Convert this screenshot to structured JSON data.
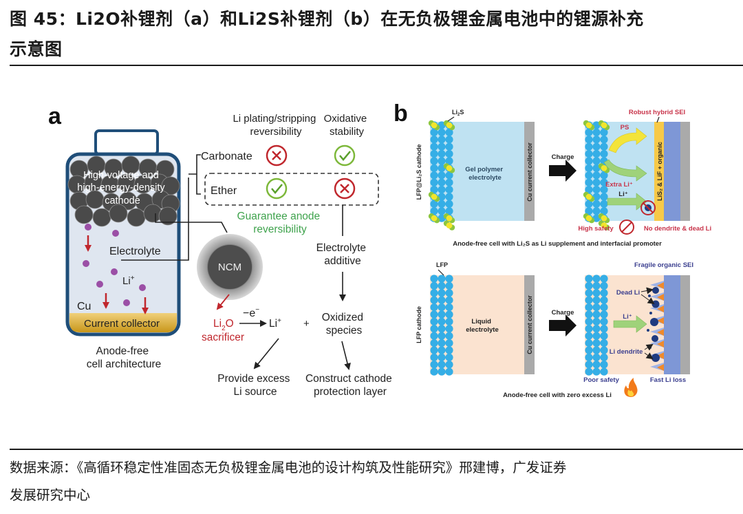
{
  "header": {
    "title_line1": "图 45：Li2O补锂剂（a）和Li2S补锂剂（b）在无负极锂金属电池中的锂源补充",
    "title_line2": "示意图"
  },
  "panel_a": {
    "label": "a",
    "cathode_text": [
      "High-voltage and",
      "high-energy-density",
      "cathode"
    ],
    "electrolyte": "Electrolyte",
    "li_ion": "Li",
    "li_ion_sup": "+",
    "cu": "Cu",
    "current_collector": "Current collector",
    "cell_caption": [
      "Anode-free",
      "cell architecture"
    ],
    "col_header_1": [
      "Li plating/stripping",
      "reversibility"
    ],
    "col_header_2": [
      "Oxidative",
      "stability"
    ],
    "row_carbonate": "Carbonate",
    "row_ether": "Ether",
    "guarantee": [
      "Guarantee anode",
      "reversibility"
    ],
    "ncm": "NCM",
    "electrolyte_additive": [
      "Electrolyte",
      "additive"
    ],
    "minus_e": "−e",
    "minus_e_sup": "−",
    "li2o": "Li",
    "li2o_sub": "2",
    "li2o_tail": "O",
    "sacrificer": "sacrificer",
    "li_plus": "Li",
    "li_plus_sup": "+",
    "plus": "+",
    "oxidized": [
      "Oxidized",
      "species"
    ],
    "provide": [
      "Provide excess",
      "Li source"
    ],
    "construct": [
      "Construct cathode",
      "protection layer"
    ],
    "matrix": {
      "carbonate": {
        "plating": "cross",
        "oxidative": "check"
      },
      "ether": {
        "plating": "check",
        "oxidative": "cross"
      }
    }
  },
  "panel_b": {
    "label": "b",
    "top": {
      "li2s_label": "Li",
      "li2s_sub": "2",
      "li2s_tail": "S",
      "cathode_label": "LFP@Li₂S cathode",
      "electrolyte": [
        "Gel polymer",
        "electrolyte"
      ],
      "collector": "Cu current collector",
      "charge": "Charge",
      "sei": "Robust hybrid SEI",
      "ps": "PS",
      "extra_li": "Extra Li⁺",
      "li": "Li⁺",
      "sei_layer": "LiS₂ & LiF + organic",
      "high_safety": "High safety",
      "no_dendrite": "No dendrite & dead Li",
      "caption": "Anode-free cell with Li₂S as Li supplement and interfacial promoter"
    },
    "bottom": {
      "lfp": "LFP",
      "cathode_label": "LFP cathode",
      "electrolyte": [
        "Liquid",
        "electrolyte"
      ],
      "collector": "Cu current collector",
      "charge": "Charge",
      "sei": "Fragile organic SEI",
      "dead_li": "Dead Li",
      "li": "Li⁺",
      "dendrite": "Li dendrite",
      "poor_safety": "Poor safety",
      "fast_loss": "Fast Li loss",
      "caption": "Anode-free cell with zero excess Li"
    }
  },
  "footer": {
    "source_line1": "数据来源：《高循环稳定性准固态无负极锂金属电池的设计构筑及性能研究》邢建博，广发证券",
    "source_line2": "发展研究中心"
  },
  "colors": {
    "cell_border": "#1f4e79",
    "cell_fill": "#dfe6f0",
    "particle": "#4a4a4a",
    "collector": "#d4a520",
    "red": "#c0272d",
    "green": "#5aa02c",
    "ion": "#9b4fa6",
    "lfp_blue": "#35aee6",
    "gel_blue": "#bfe2f2",
    "liquid_peach": "#fbe3d0",
    "cu_gray": "#aaaaaa",
    "sei_yellow": "#f7c948",
    "li_metal": "#7e97d6",
    "label_red": "#c8344a",
    "label_navy": "#3b3f8f"
  }
}
